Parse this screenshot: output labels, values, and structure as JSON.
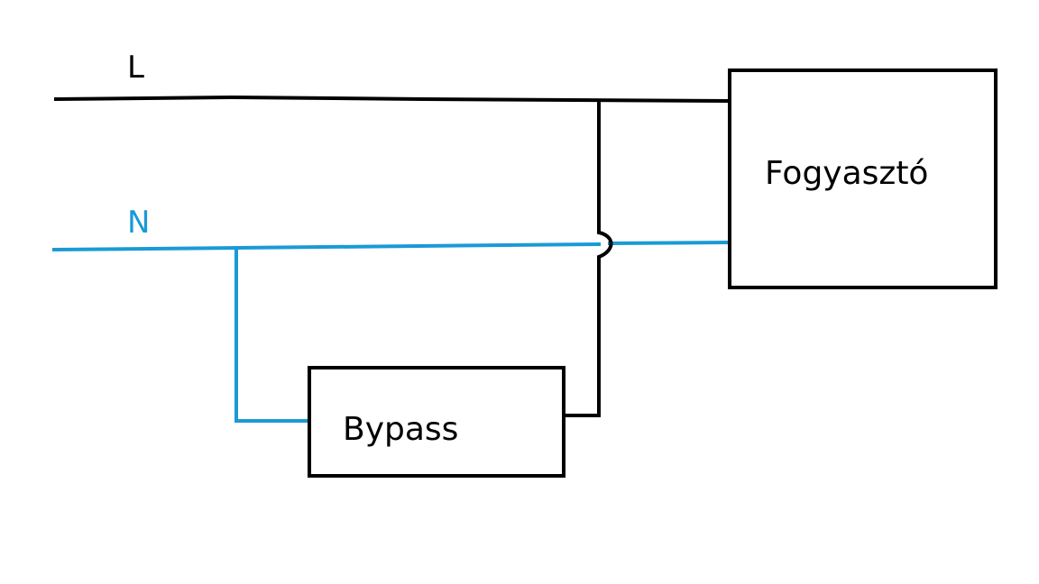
{
  "lines": {
    "live": {
      "label": "L",
      "color": "#000000"
    },
    "neutral": {
      "label": "N",
      "color": "#1a9ad6"
    }
  },
  "components": {
    "load": {
      "label": "Fogyasztó"
    },
    "bypass": {
      "label": "Bypass"
    }
  }
}
